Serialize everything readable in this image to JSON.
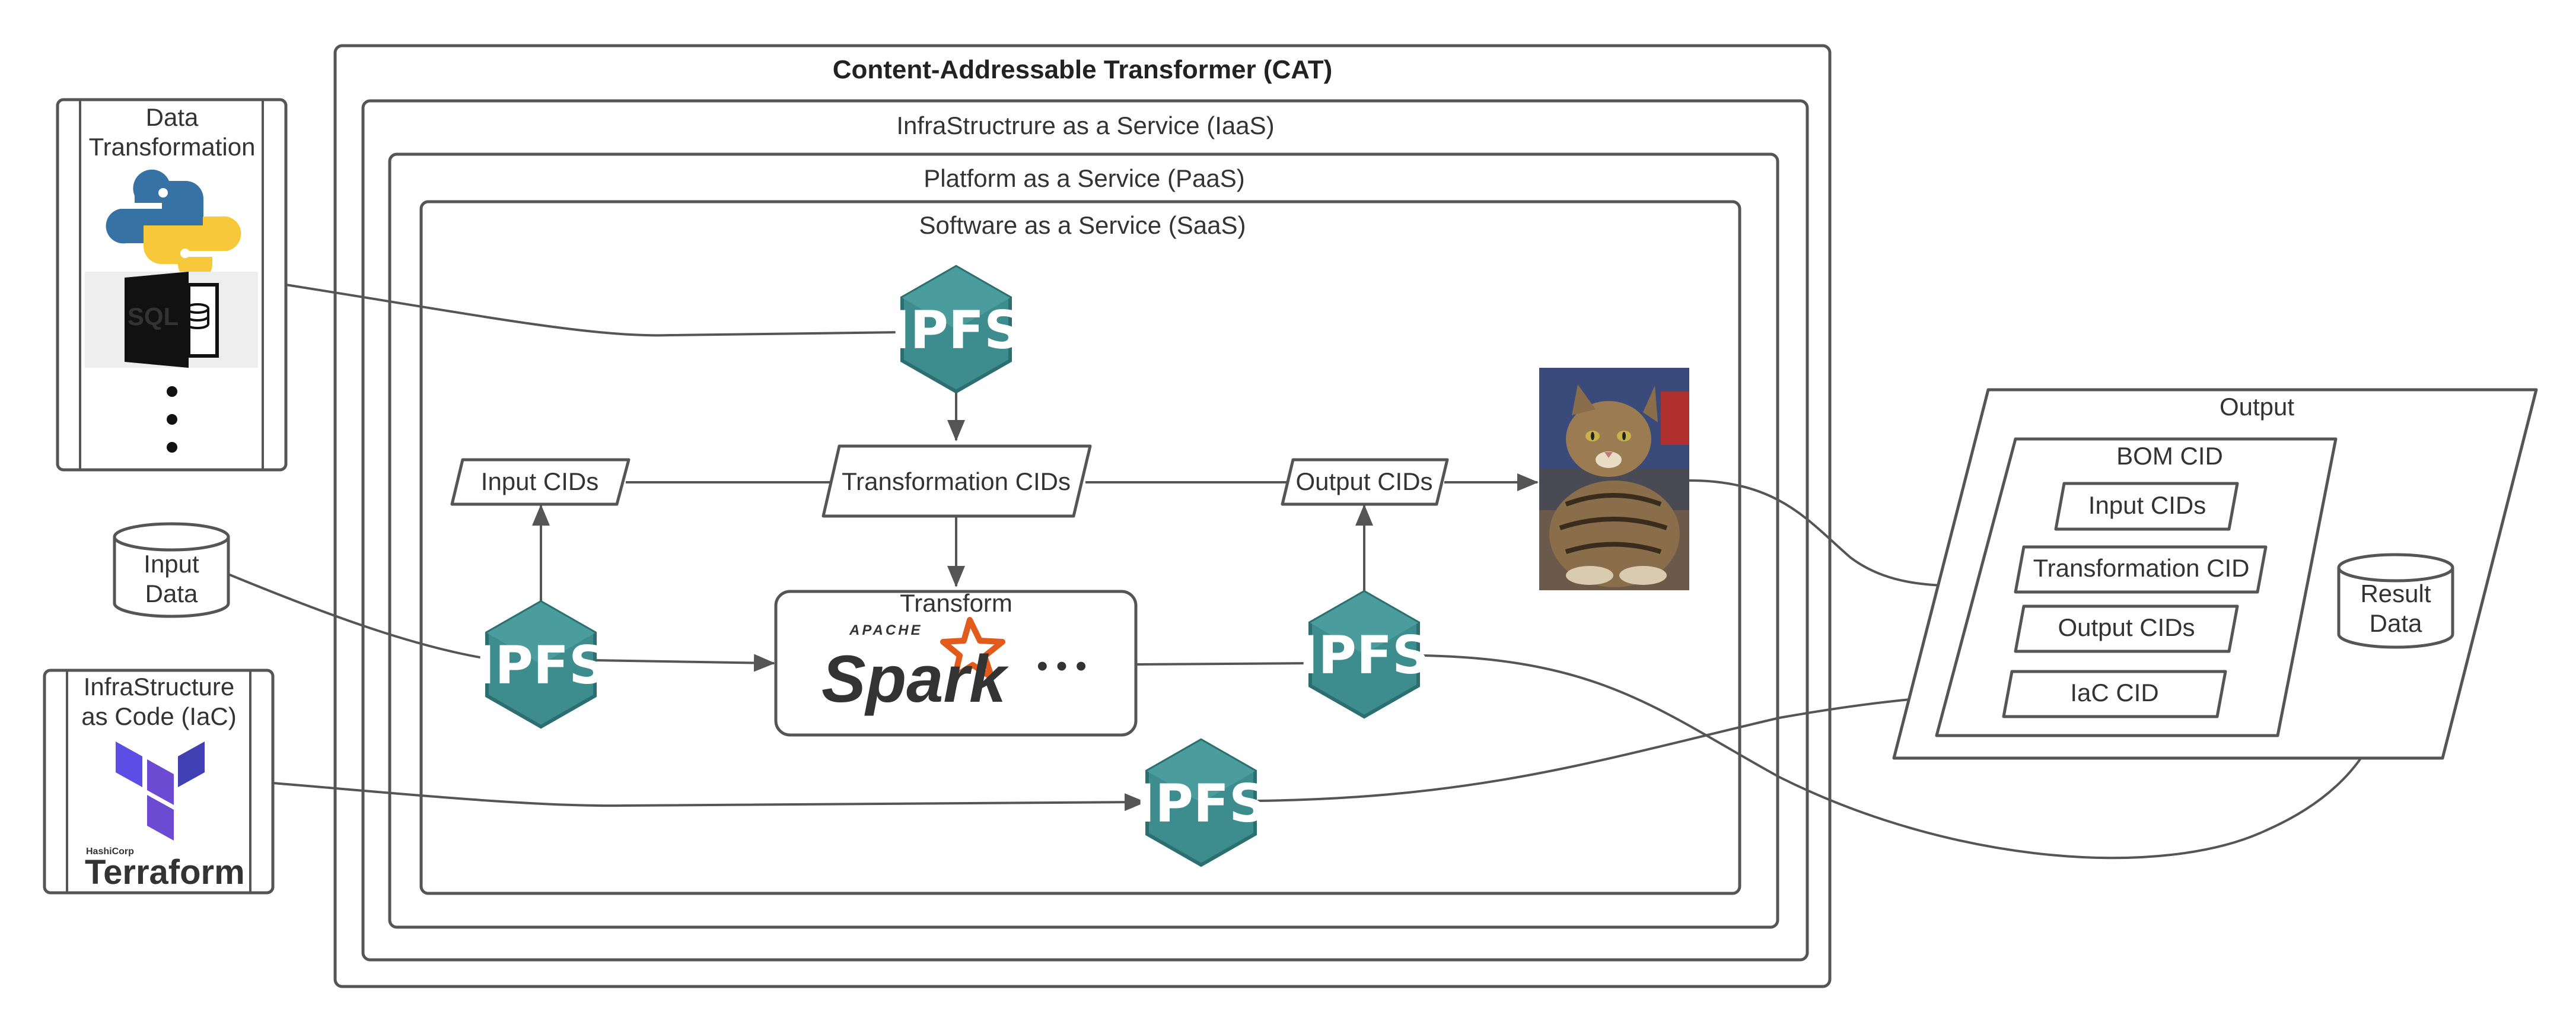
{
  "cat": {
    "title": "Content-Addressable Transformer (CAT)",
    "iaas": "InfraStructrure as a Service (IaaS)",
    "paas": "Platform as a Service (PaaS)",
    "saas": "Software as a Service (SaaS)"
  },
  "left": {
    "data_transformation": [
      "Data",
      "Transformation"
    ],
    "sql_label": "SQL",
    "input_data": [
      "Input",
      "Data"
    ],
    "iac": [
      "InfraStructure",
      "as Code (IaC)"
    ],
    "terraform_small": "HashiCorp",
    "terraform_big": "Terraform"
  },
  "flow": {
    "ipfs_label": "IPFS",
    "input_cids": "Input CIDs",
    "transformation_cids": "Transformation CIDs",
    "output_cids": "Output CIDs",
    "transform": "Transform",
    "spark_small": "APACHE",
    "spark_big": "Spark",
    "ellipsis": "• • •"
  },
  "output": {
    "title": "Output",
    "bom_cid": "BOM CID",
    "input_cids": "Input CIDs",
    "transformation_cid": "Transformation CID",
    "output_cids": "Output CIDs",
    "iac_cid": "IaC CID",
    "result_data": [
      "Result",
      "Data"
    ]
  },
  "colors": {
    "ipfs_teal": "#3d8d8e",
    "ipfs_dark": "#2c6f70",
    "python_blue": "#3772a4",
    "python_yellow": "#f7c93a",
    "terraform_purple": "#6c4ad1",
    "spark_orange": "#e25a1c",
    "line_gray": "#555555"
  },
  "icons": {
    "python": "python-logo-icon",
    "sql": "sql-database-icon",
    "terraform": "terraform-logo-icon",
    "spark": "apache-spark-logo-icon",
    "cat": "cat-photo-image",
    "ipfs": "ipfs-hexagon-icon"
  }
}
